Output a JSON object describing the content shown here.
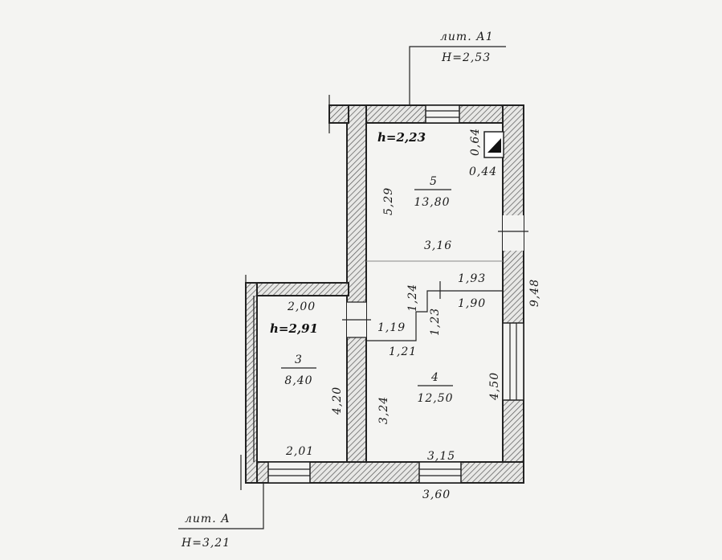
{
  "building_labels": {
    "lit_a1": {
      "name": "лит. А1",
      "height": "H=2,53"
    },
    "lit_a": {
      "name": "лит. А",
      "height": "H=3,21"
    }
  },
  "ceiling_heights": {
    "main": "h=2,23",
    "room3": "h=2,91"
  },
  "rooms": [
    {
      "number": "5",
      "area": "13,80"
    },
    {
      "number": "4",
      "area": "12,50"
    },
    {
      "number": "3",
      "area": "8,40"
    }
  ],
  "dimensions": {
    "stove_width": "0,44",
    "stove_depth": "0,64",
    "room5_height": "5,29",
    "room5_width": "3,16",
    "corr_top": "1,93",
    "corr_mid": "1,90",
    "corr_left_v": "1,24",
    "corr_right_v": "1,23",
    "corr_step": "1,19",
    "corr_bottom": "1,21",
    "overall_height": "9,48",
    "room4_right": "4,50",
    "room4_left": "3,24",
    "room4_width": "3,15",
    "overall_width": "3,60",
    "room3_top": "2,00",
    "room3_height": "4,20",
    "room3_bottom": "2,01"
  },
  "colors": {
    "ink": "#222222",
    "paper": "#f4f4f2"
  }
}
